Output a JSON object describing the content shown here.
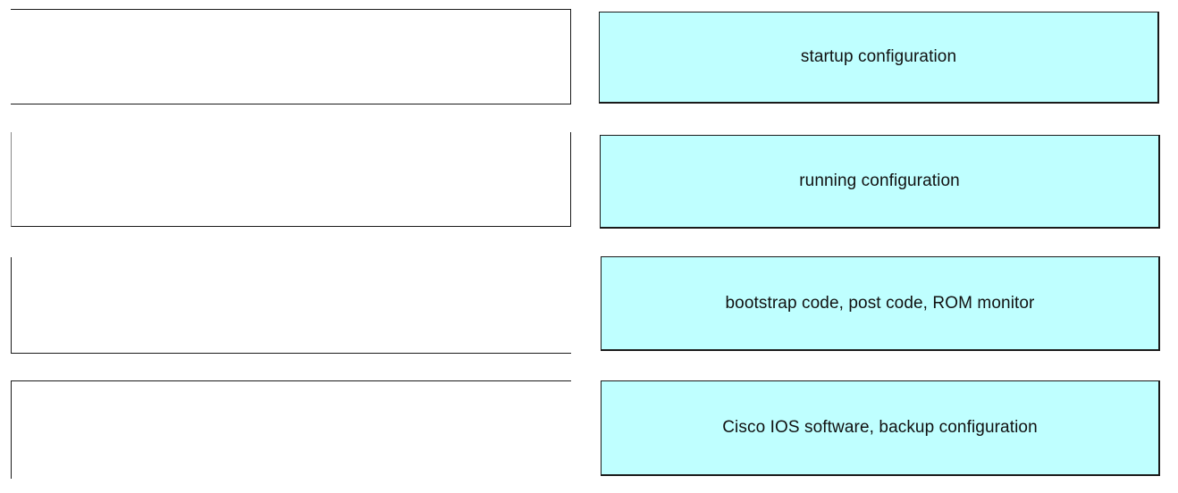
{
  "targets": [
    {
      "slot": "empty"
    },
    {
      "slot": "empty"
    },
    {
      "slot": "empty"
    },
    {
      "slot": "empty"
    }
  ],
  "answers": [
    {
      "label": "startup configuration"
    },
    {
      "label": "running configuration"
    },
    {
      "label": "bootstrap code, post code, ROM monitor"
    },
    {
      "label": "Cisco IOS software, backup configuration"
    }
  ],
  "colors": {
    "answer_fill": "#bfffff",
    "border": "#1a1a1a",
    "background": "#ffffff"
  }
}
